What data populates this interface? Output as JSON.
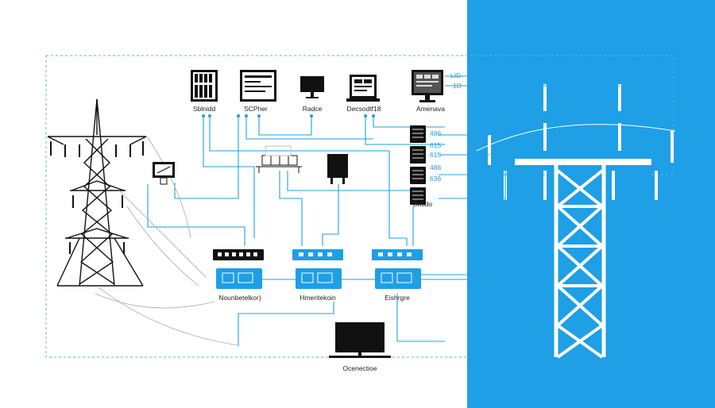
{
  "colors": {
    "accent": "#1e9fe6",
    "line": "#1e9fe6",
    "dark": "#111111"
  },
  "top_devices": [
    {
      "label": "Sblnidd",
      "icon": "control-panel-icon"
    },
    {
      "label": "SCPher",
      "icon": "terminal-icon"
    },
    {
      "label": "Radce",
      "icon": "monitor-icon"
    },
    {
      "label": "Decsodtf18",
      "icon": "laptop-icon"
    },
    {
      "label": "Amenava",
      "icon": "workstation-icon"
    }
  ],
  "rack_values": [
    "LID",
    "1D",
    "486",
    "615",
    "615",
    "486",
    "636"
  ],
  "rack_label": "Basdo",
  "switches": [
    {
      "label": "Nounbetelkor)",
      "style": "dark"
    },
    {
      "label": "Hmeritekoin",
      "style": "blue"
    },
    {
      "label": "Eishrgre",
      "style": "blue"
    }
  ],
  "bottom_device": {
    "label": "Ocenectioe",
    "icon": "monitor-icon"
  }
}
